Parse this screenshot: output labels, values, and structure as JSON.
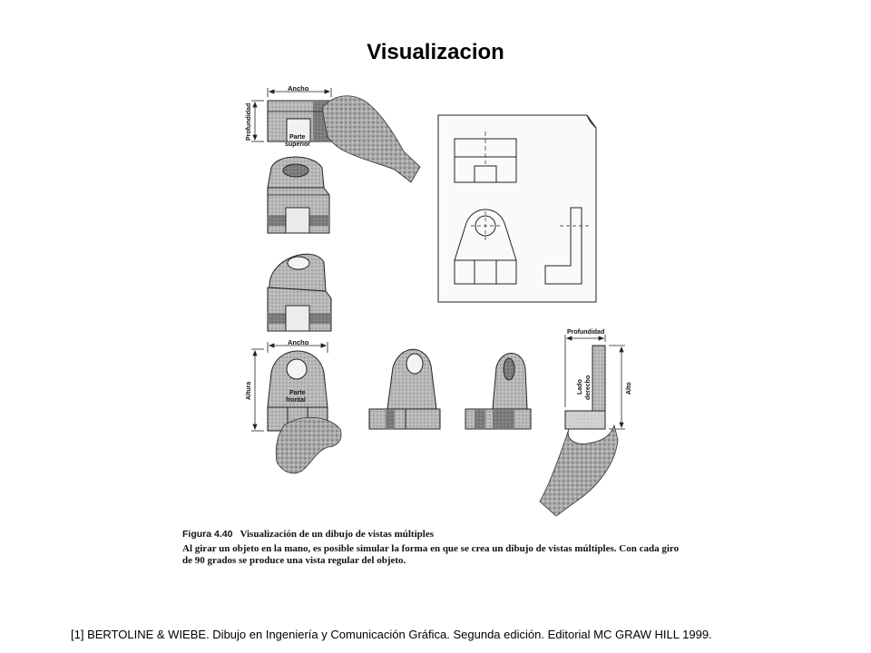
{
  "slide": {
    "title": "Visualizacion",
    "reference": "[1] BERTOLINE & WIEBE. Dibujo en Ingeniería y Comunicación Gráfica. Segunda edición. Editorial MC GRAW HILL 1999."
  },
  "figure": {
    "number": "Figura 4.40",
    "title": "Visualización de un dibujo de vistas múltiples",
    "text": "Al girar un objeto en la mano, es posible simular la forma en que se crea un dibujo de vistas múltiples. Con cada giro de 90 grados se produce una vista regular del objeto.",
    "labels": {
      "ancho_top": "Ancho",
      "profundidad_left": "Profundidad",
      "parte_superior_1": "Parte",
      "parte_superior_2": "superior",
      "ancho_front": "Ancho",
      "altura": "Altura",
      "parte_frontal_1": "Parte",
      "parte_frontal_2": "frontal",
      "profundidad_right": "Profundidad",
      "lado_derecho_1": "Lado",
      "lado_derecho_2": "derecho",
      "alto": "Alto"
    }
  }
}
